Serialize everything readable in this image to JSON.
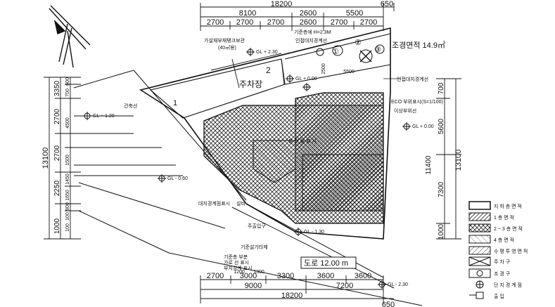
{
  "dims_top_total": "18200",
  "dims_top_total_right": "650",
  "dims_top_row2": [
    "8100",
    "2600",
    "5500"
  ],
  "dims_top_row3": [
    "2700",
    "2700",
    "2700",
    "2600",
    "2700",
    "2700"
  ],
  "dims_bottom_total": "18200",
  "dims_bottom_total_right": "650",
  "dims_bottom_row2": [
    "9000",
    "7200"
  ],
  "dims_bottom_row1": [
    "2700",
    "3000",
    "3300",
    "3600",
    "3600"
  ],
  "dims_left_total": "13100",
  "dims_left_row1": [
    "3350",
    "2700",
    "2700",
    "2250",
    "1000"
  ],
  "dims_left_row2": [
    "600",
    "700",
    "4500",
    "1500",
    "1450",
    "1650",
    "900",
    "100",
    "100"
  ],
  "dims_right_total": "13100",
  "dims_right_row1": [
    "700",
    "5600",
    "7300",
    "1000"
  ],
  "dims_right_mid": "11400",
  "dim_2500": "2500",
  "dim_5500_small": "5500",
  "dim_1200": "1200",
  "dim_1300": "1300",
  "labels": {
    "parking": "주차장",
    "garden_area": "조경면적 14.9㎡",
    "road_width": "도로 12.00 m",
    "building_line": "인접대지경계선",
    "building_line2": "인접대지경계선",
    "base_height": "기준층에 H=2.3M",
    "gas_tank": "가설재부재탱크보관",
    "gas_tank_sub": "(40㎥용)",
    "bldg_line_left": "건축선",
    "entrance": "주출입구",
    "main_gate": "기준설기타제",
    "bldg_main": "본 건 물 표 시",
    "gl1": "GL + 2.30",
    "gl2": "GL + 0.00",
    "gl3": "GL + 0.00",
    "gl4": "GL + 1.20",
    "gl5": "GL + 0.00",
    "gl6": "GL - 0.60",
    "gl7": "GL - 1.30",
    "gl8": "GL - 2.30",
    "num_1": "1",
    "num_2": "2",
    "num_circ_1": "①",
    "num_circ_2": "②",
    "num_circ_3": "③",
    "line_text": "이상부위선",
    "note_small": "ECO 부위표시(S=1/100)",
    "left_small": "대지경계점표시",
    "left_small2": "설비",
    "bottom_notes": [
      "기준층 부분",
      "가로 선 표시",
      "부지경계 표시"
    ]
  },
  "legend": [
    {
      "symbol": "outline",
      "text": "지 하 층   면   적"
    },
    {
      "symbol": "hatch-dense",
      "text": "1   층   면   적"
    },
    {
      "symbol": "hatch-cross",
      "text": "2 ~ 3  층   면   적"
    },
    {
      "symbol": "hatch-light",
      "text": "4   층   면   적"
    },
    {
      "symbol": "hatch-diag",
      "text": "수 평 투 영 면 적"
    },
    {
      "symbol": "cross-box",
      "text": "주   차   구"
    },
    {
      "symbol": "circle-x-box",
      "text": "조   경   구"
    },
    {
      "symbol": "cross-circle",
      "text": "단 지 경 계 점"
    },
    {
      "symbol": "arrow-box",
      "text": "출         입"
    }
  ]
}
